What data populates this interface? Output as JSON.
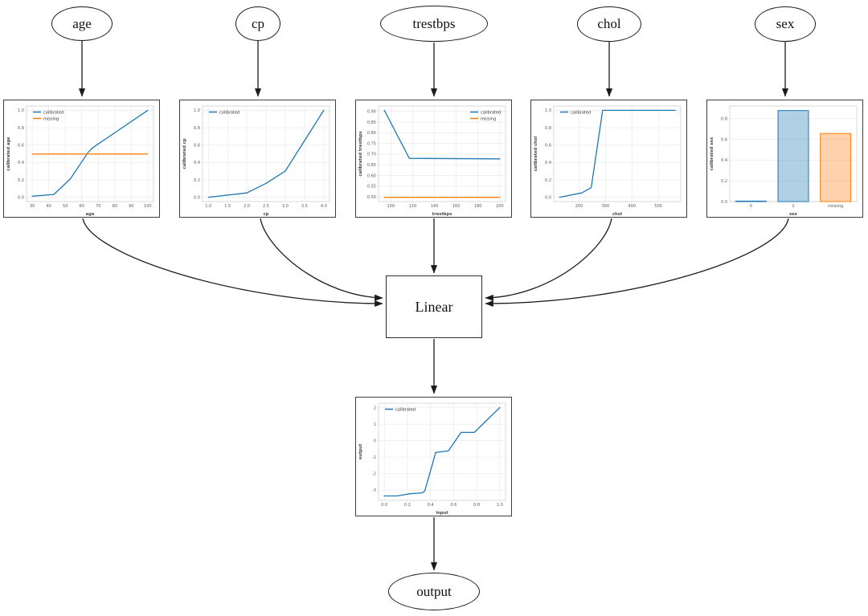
{
  "diagram": {
    "input_nodes": [
      {
        "label": "age"
      },
      {
        "label": "cp"
      },
      {
        "label": "trestbps"
      },
      {
        "label": "chol"
      },
      {
        "label": "sex"
      }
    ],
    "linear_node_label": "Linear",
    "output_node_label": "output"
  },
  "colors": {
    "calibrated_line": "#1f77b4",
    "missing_line": "#ff7f0e",
    "edge": "#1a1a1a"
  },
  "chart_data": [
    {
      "type": "line",
      "title": "",
      "xlabel": "age",
      "ylabel": "calibrated age",
      "xlim": [
        26.5,
        103.5
      ],
      "ylim": [
        -0.05,
        1.05
      ],
      "xticks": [
        30,
        40,
        50,
        60,
        70,
        80,
        90,
        100
      ],
      "xtick_labels": [
        "30",
        "40",
        "50",
        "60",
        "70",
        "80",
        "90",
        "100"
      ],
      "yticks": [
        0.0,
        0.2,
        0.4,
        0.6,
        0.8,
        1.0
      ],
      "ytick_labels": [
        "0.0",
        "0.2",
        "0.4",
        "0.6",
        "0.8",
        "1.0"
      ],
      "grid": true,
      "legend": {
        "pos": "nw",
        "entries": [
          {
            "label": "calibrated",
            "color": "#1f77b4"
          },
          {
            "label": "missing",
            "color": "#ff7f0e"
          }
        ]
      },
      "series": [
        {
          "name": "calibrated",
          "color": "#1f77b4",
          "x": [
            30,
            43,
            53,
            64,
            67,
            100
          ],
          "y": [
            0.012,
            0.032,
            0.21,
            0.52,
            0.575,
            1.0
          ]
        },
        {
          "name": "missing",
          "color": "#ff7f0e",
          "x": [
            30,
            100
          ],
          "y": [
            0.497,
            0.497
          ]
        }
      ]
    },
    {
      "type": "line",
      "title": "",
      "xlabel": "cp",
      "ylabel": "calibrated cp",
      "xlim": [
        0.85,
        4.15
      ],
      "ylim": [
        -0.05,
        1.05
      ],
      "xticks": [
        1.0,
        1.5,
        2.0,
        2.5,
        3.0,
        3.5,
        4.0
      ],
      "xtick_labels": [
        "1.0",
        "1.5",
        "2.0",
        "2.5",
        "3.0",
        "3.5",
        "4.0"
      ],
      "yticks": [
        0.0,
        0.2,
        0.4,
        0.6,
        0.8,
        1.0
      ],
      "ytick_labels": [
        "0.0",
        "0.2",
        "0.4",
        "0.6",
        "0.8",
        "1.0"
      ],
      "grid": true,
      "legend": {
        "pos": "nw",
        "entries": [
          {
            "label": "calibrated",
            "color": "#1f77b4"
          }
        ]
      },
      "series": [
        {
          "name": "calibrated",
          "color": "#1f77b4",
          "x": [
            1.0,
            2.0,
            2.5,
            3.0,
            4.0
          ],
          "y": [
            0.0,
            0.05,
            0.16,
            0.3,
            1.0
          ]
        }
      ]
    },
    {
      "type": "line",
      "title": "",
      "xlabel": "trestbps",
      "ylabel": "calibrated trestbps",
      "xlim": [
        88.7,
        205.3
      ],
      "ylim": [
        0.478,
        0.925
      ],
      "xticks": [
        100,
        120,
        140,
        160,
        180,
        200
      ],
      "xtick_labels": [
        "100",
        "120",
        "140",
        "160",
        "180",
        "200"
      ],
      "yticks": [
        0.5,
        0.55,
        0.6,
        0.65,
        0.7,
        0.75,
        0.8,
        0.85,
        0.9
      ],
      "ytick_labels": [
        "0.50",
        "0.55",
        "0.60",
        "0.65",
        "0.70",
        "0.75",
        "0.80",
        "0.85",
        "0.90"
      ],
      "grid": true,
      "legend": {
        "pos": "ne",
        "entries": [
          {
            "label": "calibrated",
            "color": "#1f77b4"
          },
          {
            "label": "missing",
            "color": "#ff7f0e"
          }
        ]
      },
      "series": [
        {
          "name": "calibrated",
          "color": "#1f77b4",
          "x": [
            94,
            117,
            200
          ],
          "y": [
            0.905,
            0.68,
            0.678
          ]
        },
        {
          "name": "missing",
          "color": "#ff7f0e",
          "x": [
            94,
            200
          ],
          "y": [
            0.498,
            0.498
          ]
        }
      ]
    },
    {
      "type": "line",
      "title": "",
      "xlabel": "chol",
      "ylabel": "calibrated chol",
      "xlim": [
        104,
        585
      ],
      "ylim": [
        -0.05,
        1.05
      ],
      "xticks": [
        200,
        300,
        400,
        500
      ],
      "xtick_labels": [
        "200",
        "300",
        "400",
        "500"
      ],
      "yticks": [
        0.0,
        0.2,
        0.4,
        0.6,
        0.8,
        1.0
      ],
      "ytick_labels": [
        "0.0",
        "0.2",
        "0.4",
        "0.6",
        "0.8",
        "1.0"
      ],
      "grid": true,
      "legend": {
        "pos": "nw",
        "entries": [
          {
            "label": "calibrated",
            "color": "#1f77b4"
          }
        ]
      },
      "series": [
        {
          "name": "calibrated",
          "color": "#1f77b4",
          "x": [
            126,
            210,
            246,
            289,
            564
          ],
          "y": [
            0.0,
            0.05,
            0.11,
            1.0,
            1.0
          ]
        }
      ]
    },
    {
      "type": "bar",
      "title": "",
      "xlabel": "sex",
      "ylabel": "calibrated sex",
      "categories": [
        "0",
        "1",
        "missing"
      ],
      "values": [
        0.005,
        0.878,
        0.657
      ],
      "bar_colors": [
        "#1f77b4",
        "#1f77b4",
        "#ff7f0e"
      ],
      "ylim": [
        0.0,
        0.922
      ],
      "yticks": [
        0.0,
        0.2,
        0.4,
        0.6,
        0.8
      ],
      "ytick_labels": [
        "0.0",
        "0.2",
        "0.4",
        "0.6",
        "0.8"
      ],
      "grid": true,
      "legend": {
        "pos": "none",
        "entries": []
      }
    },
    {
      "type": "line",
      "title": "",
      "xlabel": "input",
      "ylabel": "output",
      "xlim": [
        -0.05,
        1.05
      ],
      "ylim": [
        -3.62,
        2.27
      ],
      "xticks": [
        0.0,
        0.2,
        0.4,
        0.6,
        0.8,
        1.0
      ],
      "xtick_labels": [
        "0.0",
        "0.2",
        "0.4",
        "0.6",
        "0.8",
        "1.0"
      ],
      "yticks": [
        -3,
        -2,
        -1,
        0,
        1,
        2
      ],
      "ytick_labels": [
        "-3",
        "-2",
        "-1",
        "0",
        "1",
        "2"
      ],
      "grid": true,
      "legend": {
        "pos": "nw",
        "entries": [
          {
            "label": "calibrated",
            "color": "#1f77b4"
          }
        ]
      },
      "series": [
        {
          "name": "calibrated",
          "color": "#1f77b4",
          "x": [
            0.0,
            0.11,
            0.22,
            0.33,
            0.35,
            0.445,
            0.555,
            0.665,
            0.78,
            1.0
          ],
          "y": [
            -3.35,
            -3.35,
            -3.22,
            -3.16,
            -3.05,
            -0.72,
            -0.62,
            0.5,
            0.5,
            2.0
          ]
        }
      ]
    }
  ]
}
